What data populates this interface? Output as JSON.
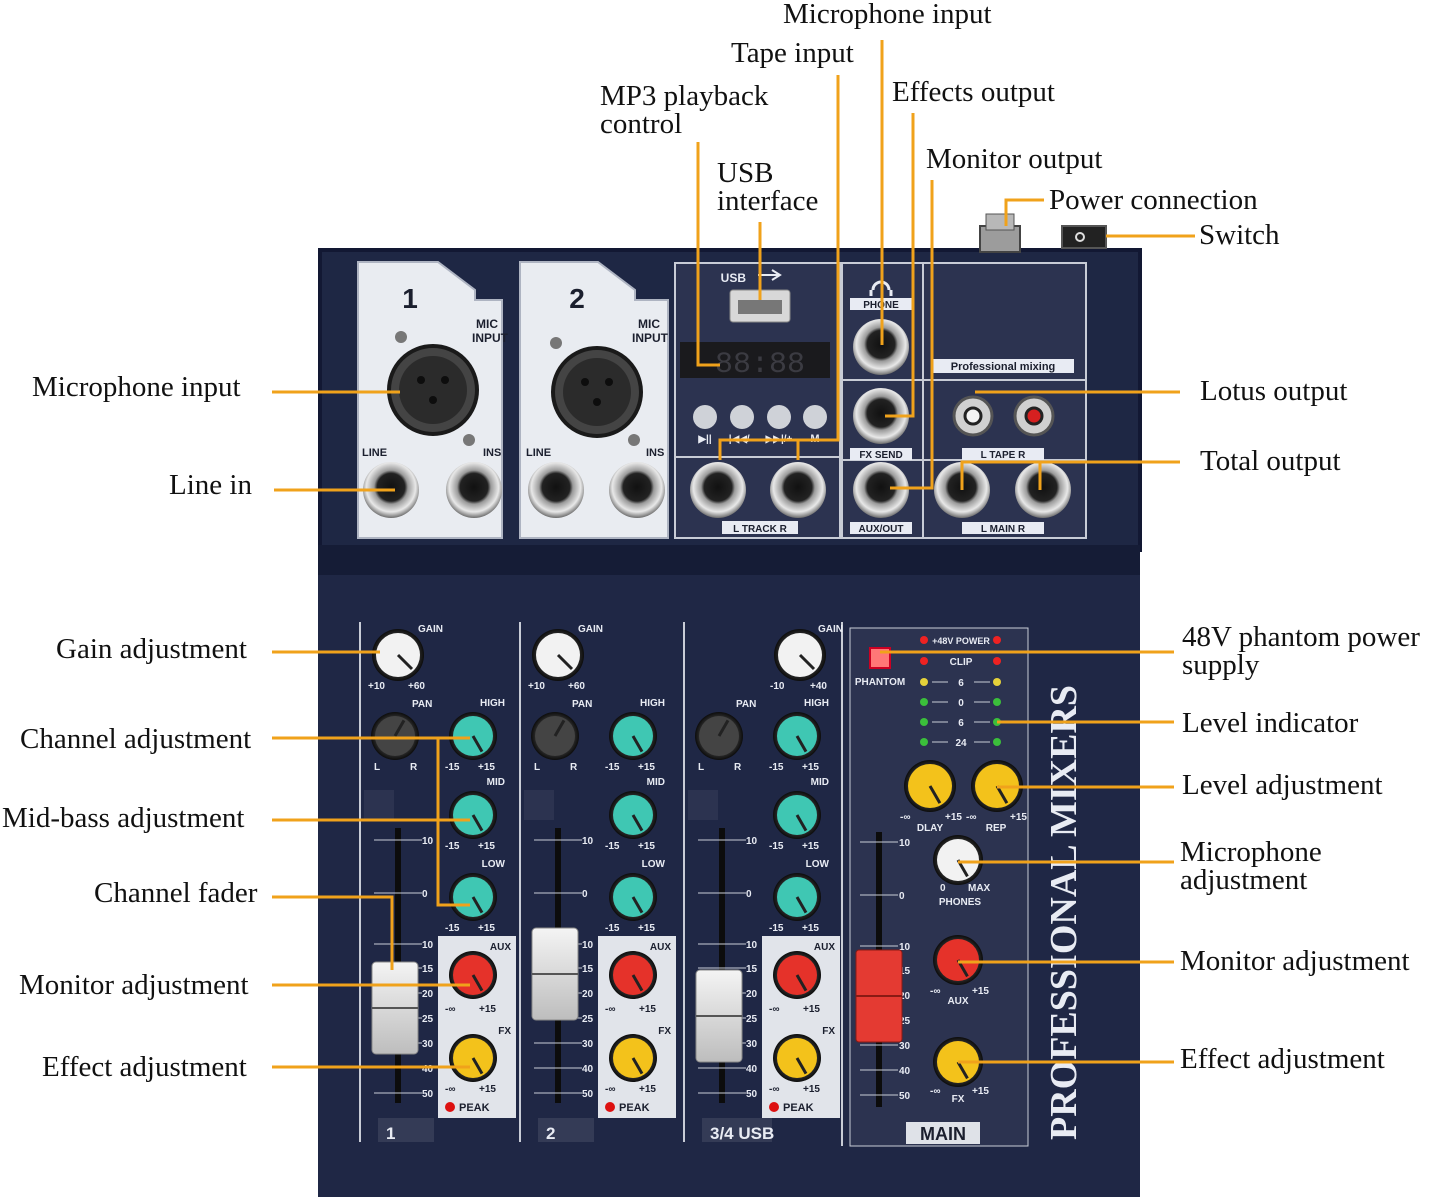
{
  "callouts_top": {
    "microphone_input": "Microphone input",
    "tape_input": "Tape input",
    "mp3_playback_control": "MP3 playback\ncontrol",
    "effects_output": "Effects output",
    "usb_interface": "USB\ninterface",
    "monitor_output": "Monitor output",
    "power_connection": "Power connection",
    "switch": "Switch"
  },
  "callouts_left": {
    "microphone_input": "Microphone input",
    "line_in": "Line in",
    "gain_adjustment": "Gain adjustment",
    "channel_adjustment": "Channel adjustment",
    "mid_bass_adjustment": "Mid-bass adjustment",
    "channel_fader": "Channel fader",
    "monitor_adjustment": "Monitor adjustment",
    "effect_adjustment": "Effect adjustment"
  },
  "callouts_right": {
    "lotus_output": "Lotus output",
    "total_output": "Total output",
    "phantom_power": "48V phantom power\nsupply",
    "level_indicator": "Level indicator",
    "level_adjustment": "Level adjustment",
    "microphone_adjustment": "Microphone\nadjustment",
    "monitor_adjustment": "Monitor adjustment",
    "effect_adjustment": "Effect adjustment"
  },
  "device": {
    "ch1_number": "1",
    "ch2_number": "2",
    "mic_input": "MIC\nINPUT",
    "line": "LINE",
    "ins": "INS",
    "usb": "USB",
    "display": "88:88",
    "mp3_buttons": [
      "▶||",
      "|◀◀/–",
      "▶▶|/+",
      "M"
    ],
    "track": "L  TRACK  R",
    "phone": "PHONE",
    "fx_send": "FX SEND",
    "aux_out": "AUX/OUT",
    "professional_mixing": "Professional mixing",
    "tape": "L  TAPE  R",
    "main_out": "L  MAIN  R",
    "gain": "GAIN",
    "pan": "PAN",
    "high": "HIGH",
    "mid": "MID",
    "low": "LOW",
    "aux": "AUX",
    "fx": "FX",
    "peak": "PEAK",
    "gain_range_mono": [
      "+10",
      "+60"
    ],
    "gain_range_stereo": [
      "-10",
      "+40"
    ],
    "pan_range": [
      "L",
      "R"
    ],
    "eq_range": [
      "-15",
      "+15"
    ],
    "send_range": [
      "-∞",
      "+15"
    ],
    "fader_scale": [
      "10",
      "0",
      "10",
      "15",
      "20",
      "25",
      "30",
      "40",
      "50"
    ],
    "strip_labels": [
      "1",
      "2",
      "3/4 USB"
    ],
    "phantom": "PHANTOM",
    "power_48v": "+48V POWER",
    "clip": "CLIP",
    "meter_marks": [
      "6",
      "0",
      "6",
      "24"
    ],
    "dlay": "DLAY",
    "rep": "REP",
    "phones": "PHONES",
    "phones_range": [
      "0",
      "MAX"
    ],
    "main": "MAIN",
    "brand": "PROFESSIONAL MIXERS"
  },
  "colors": {
    "leader": "#f0a21b",
    "panel": "#1e2744",
    "knob_teal": "#3fc7b3",
    "knob_red": "#e5322a",
    "knob_yellow": "#f3c21b",
    "main_fader": "#e43a32"
  }
}
